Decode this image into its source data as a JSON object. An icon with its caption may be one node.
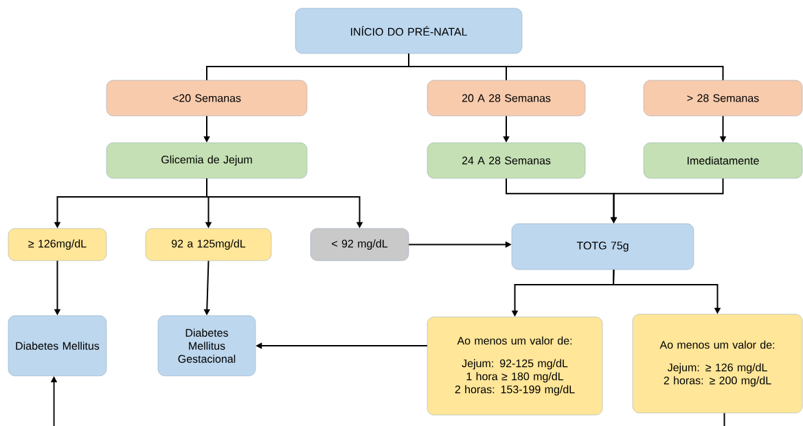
{
  "diagram": {
    "nodes": [
      {
        "text": [
          "INÍCIO DO PRÉ-NATAL"
        ]
      },
      {
        "text": [
          "<20 Semanas"
        ]
      },
      {
        "text": [
          "20 A 28 Semanas"
        ]
      },
      {
        "text": [
          "> 28 Semanas"
        ]
      },
      {
        "text": [
          "Glicemia de Jejum"
        ]
      },
      {
        "text": [
          "24 A 28 Semanas"
        ]
      },
      {
        "text": [
          "Imediatamente"
        ]
      },
      {
        "text": [
          "≥ 126mg/dL"
        ]
      },
      {
        "text": [
          "92 a 125mg/dL"
        ]
      },
      {
        "text": [
          "< 92 mg/dL"
        ]
      },
      {
        "text": [
          "TOTG 75g"
        ]
      },
      {
        "text": [
          "Diabetes Mellitus"
        ]
      },
      {
        "text": [
          "Diabetes Mellitus Gestacional"
        ]
      },
      {
        "text": [
          "Ao menos um valor de:",
          "Jejum: 92-125 mg/dL",
          "1 hora ≥ 180 mg/dL",
          "2 horas: 153-199 mg/dL"
        ]
      },
      {
        "text": [
          "Ao menos um valor de:",
          "Jejum: ≥ 126 mg/dL",
          "2 horas: ≥ 200 mg/dL"
        ]
      }
    ],
    "edges": [
      {
        "from": 0,
        "to": 1,
        "arrow": "none"
      },
      {
        "from": 0,
        "to": 2,
        "arrow": "none"
      },
      {
        "from": 0,
        "to": 3,
        "arrow": "none"
      },
      {
        "from": 1,
        "to": 4,
        "arrow": "to"
      },
      {
        "from": 2,
        "to": 5,
        "arrow": "to"
      },
      {
        "from": 3,
        "to": 6,
        "arrow": "to"
      },
      {
        "from": 4,
        "to": 7,
        "arrow": "to"
      },
      {
        "from": 4,
        "to": 8,
        "arrow": "to"
      },
      {
        "from": 4,
        "to": 9,
        "arrow": "to"
      },
      {
        "from": 5,
        "to": 10,
        "arrow": "to"
      },
      {
        "from": 6,
        "to": 10,
        "arrow": "to"
      },
      {
        "from": 9,
        "to": 10,
        "arrow": "to"
      },
      {
        "from": 10,
        "to": 13,
        "arrow": "to"
      },
      {
        "from": 10,
        "to": 14,
        "arrow": "to"
      },
      {
        "from": 7,
        "to": 11,
        "arrow": "to"
      },
      {
        "from": 8,
        "to": 12,
        "arrow": "to"
      },
      {
        "from": 13,
        "to": 12,
        "arrow": "to"
      },
      {
        "from": null,
        "to": 11,
        "arrow": "to"
      },
      {
        "from": 14,
        "to": null,
        "arrow": "none"
      }
    ]
  }
}
